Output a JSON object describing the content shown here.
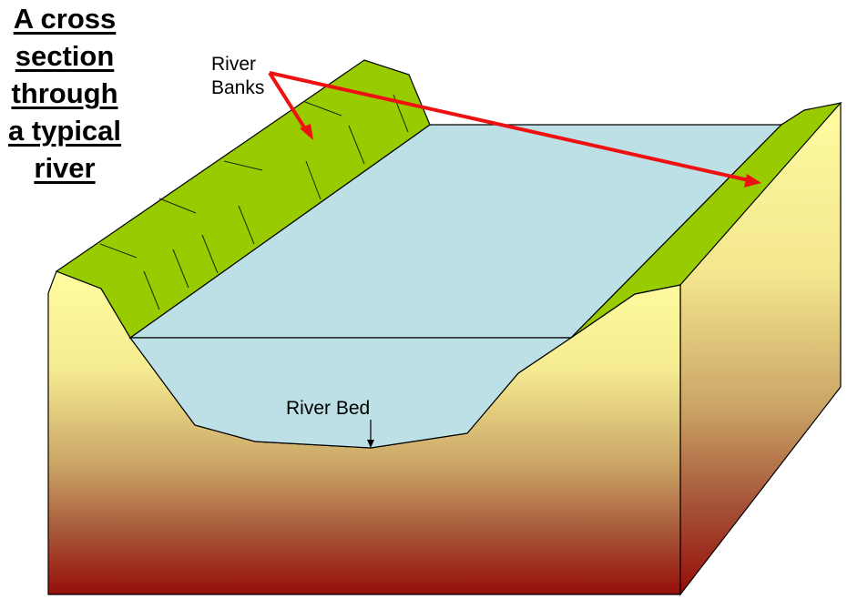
{
  "title_lines": [
    "A cross",
    "section",
    "through",
    "a typical",
    "river"
  ],
  "labels": {
    "river_banks": [
      "River",
      "Banks"
    ],
    "river_bed": "River Bed"
  },
  "colors": {
    "grass": "#99cc00",
    "water": "#bde0e6",
    "soil_top": "#fffa9c",
    "soil_mid": "#c9a366",
    "soil_bottom": "#960e0a",
    "arrow": "#ee1111",
    "outline": "#000000"
  }
}
